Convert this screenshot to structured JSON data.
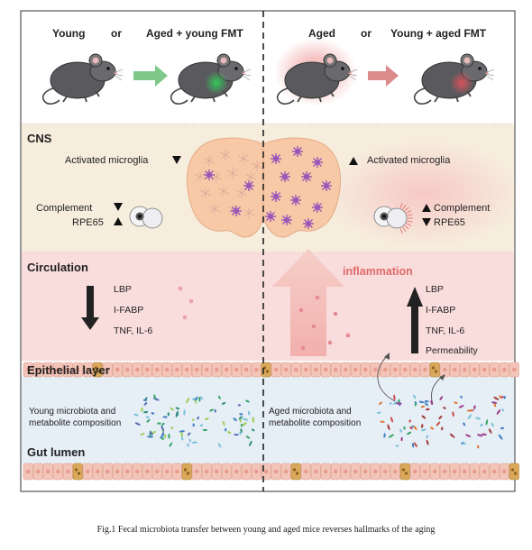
{
  "header": {
    "left_group": {
      "a": "Young",
      "or": "or",
      "b": "Aged + young FMT"
    },
    "right_group": {
      "a": "Aged",
      "or": "or",
      "b": "Young + aged FMT"
    }
  },
  "cns": {
    "label": "CNS",
    "left": {
      "microglia": "Activated microglia",
      "complement": "Complement",
      "rpe65": "RPE65"
    },
    "right": {
      "microglia": "Activated microglia",
      "complement": "Complement",
      "rpe65": "RPE65"
    }
  },
  "circulation": {
    "label": "Circulation",
    "inflammation": "inflammation",
    "left": {
      "lbp": "LBP",
      "ifabp": "I-FABP",
      "tnf": "TNF, IL-6"
    },
    "right": {
      "lbp": "LBP",
      "ifabp": "I-FABP",
      "tnf": "TNF, IL-6",
      "permeability": "Permeability"
    }
  },
  "epithelial": {
    "label": "Epithelial layer"
  },
  "microbiota": {
    "left": {
      "line1": "Young microbiota and",
      "line2": "metabolite composition"
    },
    "right": {
      "line1": "Aged microbiota and",
      "line2": "metabolite composition"
    }
  },
  "gut": {
    "label": "Gut lumen"
  },
  "caption": "Fig.1 Fecal microbiota transfer between young and aged mice reverses hallmarks of the aging",
  "colors": {
    "cns_band": "#f6eddd",
    "circulation_band": "#f9dcdc",
    "lumen_band": "#e6eef6",
    "epithelium": "#f3c4b8",
    "goblet": "#d9a85a",
    "microglia": "#9b56b8",
    "inflammation": "#e06a6a",
    "young_arrow": "#7ec98a",
    "aged_arrow": "#dc8b8b"
  }
}
